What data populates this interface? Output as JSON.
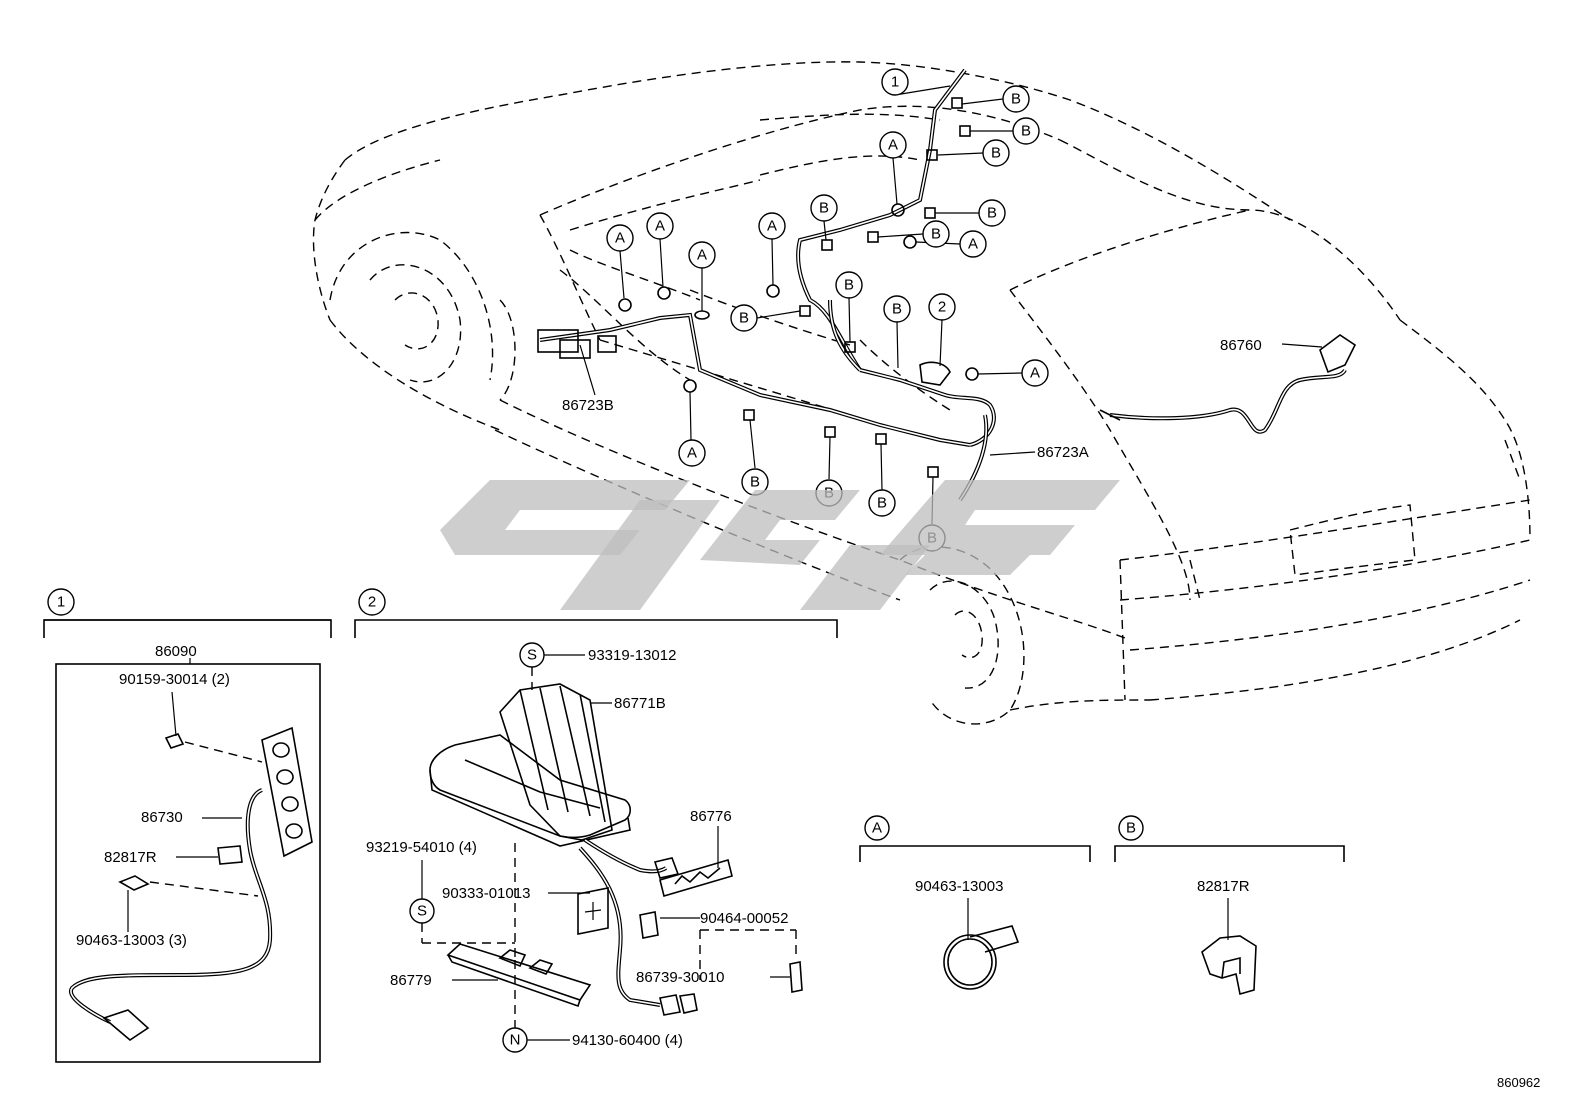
{
  "diagram": {
    "reference_code": "860962",
    "part_labels": {
      "p86723B": "86723B",
      "p86723A": "86723A",
      "p86760": "86760",
      "p86090": "86090",
      "p90159": "90159-30014 (2)",
      "p86730": "86730",
      "p82817R_1": "82817R",
      "p90463_3": "90463-13003 (3)",
      "p93319": "93319-13012",
      "p86771B": "86771B",
      "p86776": "86776",
      "p93219": "93219-54010 (4)",
      "p90333": "90333-01013",
      "p90464": "90464-00052",
      "p86739": "86739-30010",
      "p86779": "86779",
      "p94130": "94130-60400 (4)",
      "p90463": "90463-13003",
      "p82817R_2": "82817R"
    },
    "callouts": {
      "one": "1",
      "two": "2",
      "A": "A",
      "B": "B",
      "S": "S",
      "N": "N"
    },
    "watermark_color": "#bdbdbd",
    "line_color": "#000000"
  }
}
